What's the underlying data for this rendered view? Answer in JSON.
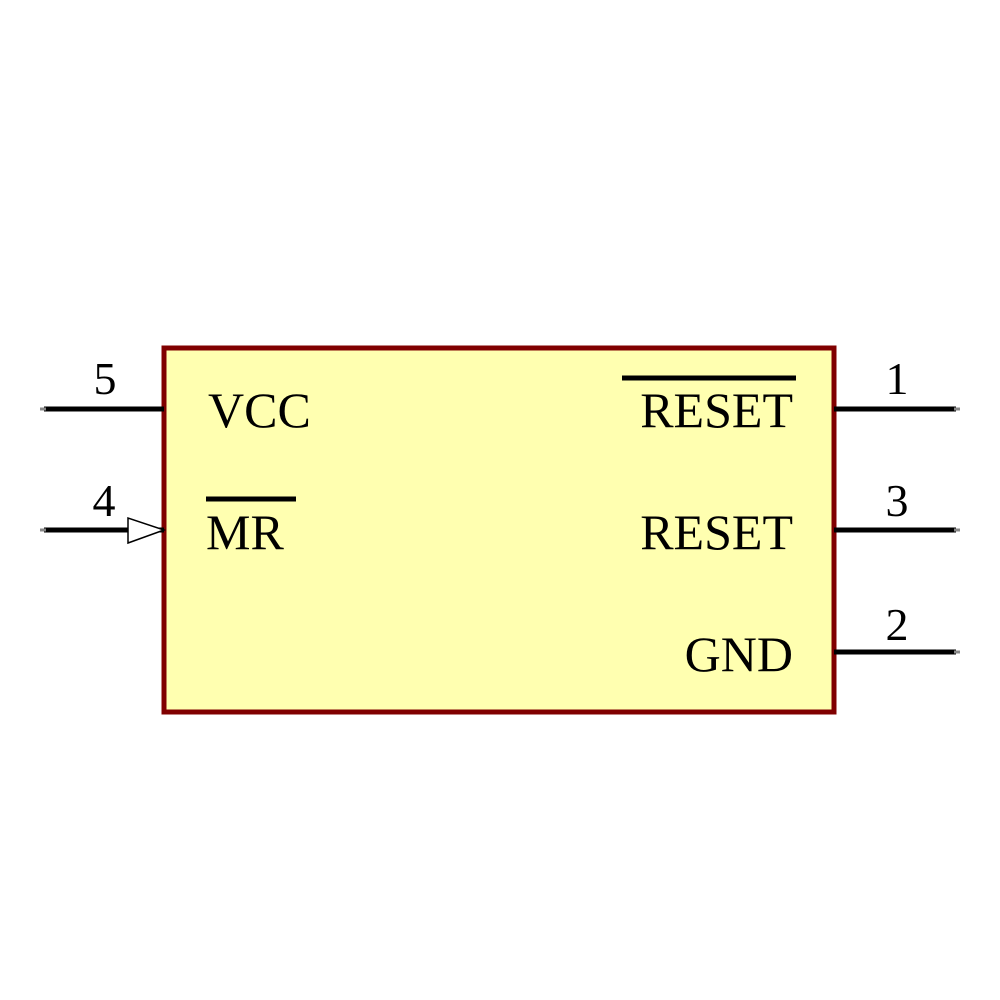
{
  "component": {
    "body_fill": "#FFFFB0",
    "body_stroke": "#800000",
    "pins": [
      {
        "id": "vcc",
        "number": "5",
        "name": "VCC",
        "side": "left",
        "active_low": false,
        "clock_input": false
      },
      {
        "id": "mr",
        "number": "4",
        "name": "MR",
        "side": "left",
        "active_low": true,
        "clock_input": true
      },
      {
        "id": "reset-n",
        "number": "1",
        "name": "RESET",
        "side": "right",
        "active_low": true,
        "clock_input": false
      },
      {
        "id": "reset",
        "number": "3",
        "name": "RESET",
        "side": "right",
        "active_low": false,
        "clock_input": false
      },
      {
        "id": "gnd",
        "number": "2",
        "name": "GND",
        "side": "right",
        "active_low": false,
        "clock_input": false
      }
    ]
  }
}
